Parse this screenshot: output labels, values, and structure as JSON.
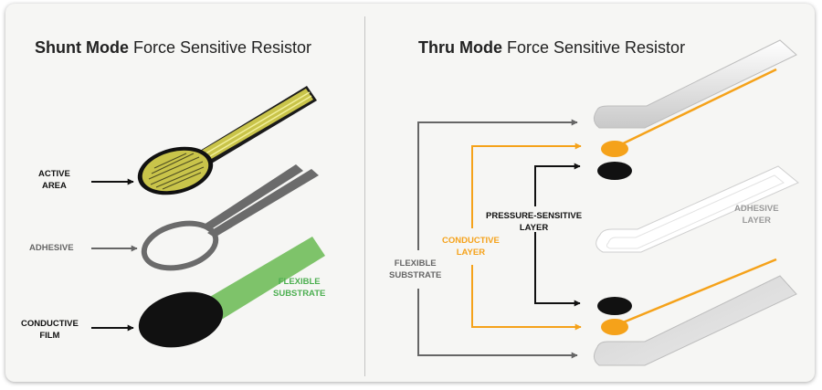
{
  "shunt": {
    "title_bold": "Shunt Mode",
    "title_rest": " Force Sensitive Resistor",
    "labels": {
      "active_1": "ACTIVE",
      "active_2": "AREA",
      "adhesive": "ADHESIVE",
      "flexible_1": "FLEXIBLE",
      "flexible_2": "SUBSTRATE",
      "conductive_1": "CONDUCTIVE",
      "conductive_2": "FILM"
    }
  },
  "thru": {
    "title_bold": "Thru Mode",
    "title_rest": " Force Sensitive Resistor",
    "labels": {
      "pressure_1": "PRESSURE-SENSITIVE",
      "pressure_2": "LAYER",
      "conductive_1": "CONDUCTIVE",
      "conductive_2": "LAYER",
      "flexible_1": "FLEXIBLE",
      "flexible_2": "SUBSTRATE",
      "adhesive_1": "ADHESIVE",
      "adhesive_2": "LAYER"
    }
  },
  "colors": {
    "black": "#111111",
    "gray": "#666666",
    "orange": "#f5a21a",
    "green": "#4caf50",
    "light_gray": "#9a9a9a"
  }
}
